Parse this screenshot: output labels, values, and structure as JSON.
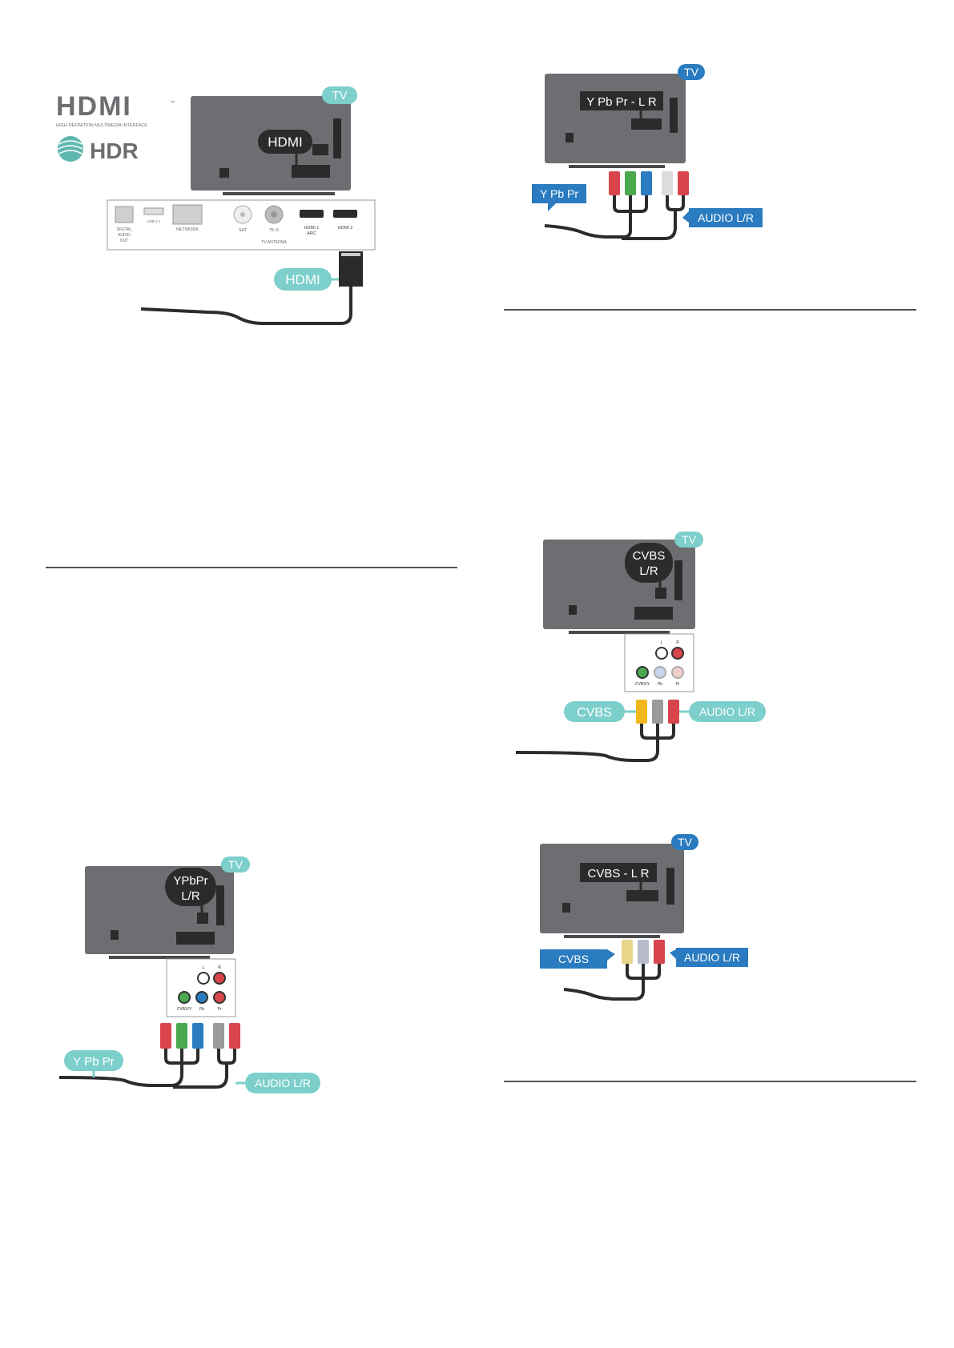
{
  "colors": {
    "tv_body": "#6d6e71",
    "tv_dark": "#2b2b2b",
    "teal": "#7ccfca",
    "blue": "#2a7bbf",
    "cable": "#2c2c2c",
    "panel": "#ffffff",
    "rule": "#555555"
  },
  "hdmi_figure": {
    "logo_text": "HDMI",
    "logo_subtitle": "HIGH-DEFINITION MULTIMEDIA INTERFACE",
    "tm": "™",
    "hdr_text": "HDR",
    "tv_badge": "TV",
    "tv_callout": "HDMI",
    "panel_labels": {
      "digital_audio": [
        "DIGITAL",
        "AUDIO",
        "OUT"
      ],
      "usb": "USB 2.1",
      "network": "NETWORK",
      "sat": "SAT",
      "ant": "75 Ω",
      "antenna": "TV ANTENNA",
      "hdmi1": [
        "HDMI 1",
        "ARC"
      ],
      "hdmi2": "HDMI 2"
    },
    "cable_label": "HDMI"
  },
  "ypbpr_blue_figure": {
    "tv_badge": "TV",
    "tv_callout": "Y Pb Pr - L R",
    "left_label": "Y Pb Pr",
    "right_label": "AUDIO L/R"
  },
  "cvbs_teal_figure": {
    "tv_badge": "TV",
    "tv_callout_line1": "CVBS",
    "tv_callout_line2": "L/R",
    "jack_labels": [
      "L",
      "R",
      "CVBS/Y",
      "Pb",
      "Pr"
    ],
    "left_label": "CVBS",
    "right_label": "AUDIO L/R"
  },
  "ypbpr_teal_figure": {
    "tv_badge": "TV",
    "tv_callout_line1": "YPbPr",
    "tv_callout_line2": "L/R",
    "jack_labels": [
      "L",
      "R",
      "CVBS/Y",
      "Pb",
      "Pr"
    ],
    "left_label": "Y Pb Pr",
    "right_label": "AUDIO L/R"
  },
  "cvbs_blue_figure": {
    "tv_badge": "TV",
    "tv_callout": "CVBS - L R",
    "left_label": "CVBS",
    "right_label": "AUDIO L/R"
  }
}
